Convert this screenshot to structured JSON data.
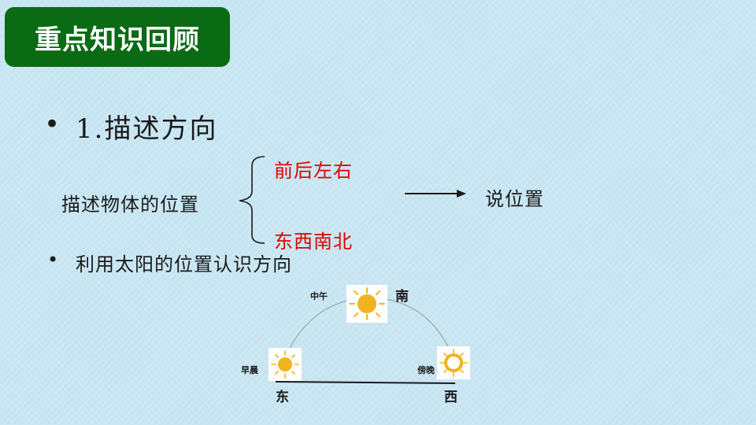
{
  "header": {
    "title": "重点知识回顾"
  },
  "bullet1": {
    "dot": "•",
    "text": "1.描述方向"
  },
  "describe": {
    "label": "描述物体的位置",
    "option_relative": "前后左右",
    "option_cardinal": "东西南北",
    "result": "说位置"
  },
  "bullet2": {
    "dot": "•",
    "text": "利用太阳的位置认识方向"
  },
  "diagram": {
    "noon_label": "中午",
    "south_label": "南",
    "morning_label": "早晨",
    "evening_label": "傍晚",
    "east_label": "东",
    "west_label": "西"
  },
  "colors": {
    "title_bg": "#0a6b14",
    "highlight_red": "#e00000",
    "sun": "#f2b321"
  },
  "icons": [
    "sun-noon-icon",
    "sun-morning-icon",
    "sun-evening-icon",
    "arrow-right-icon",
    "brace-icon"
  ]
}
